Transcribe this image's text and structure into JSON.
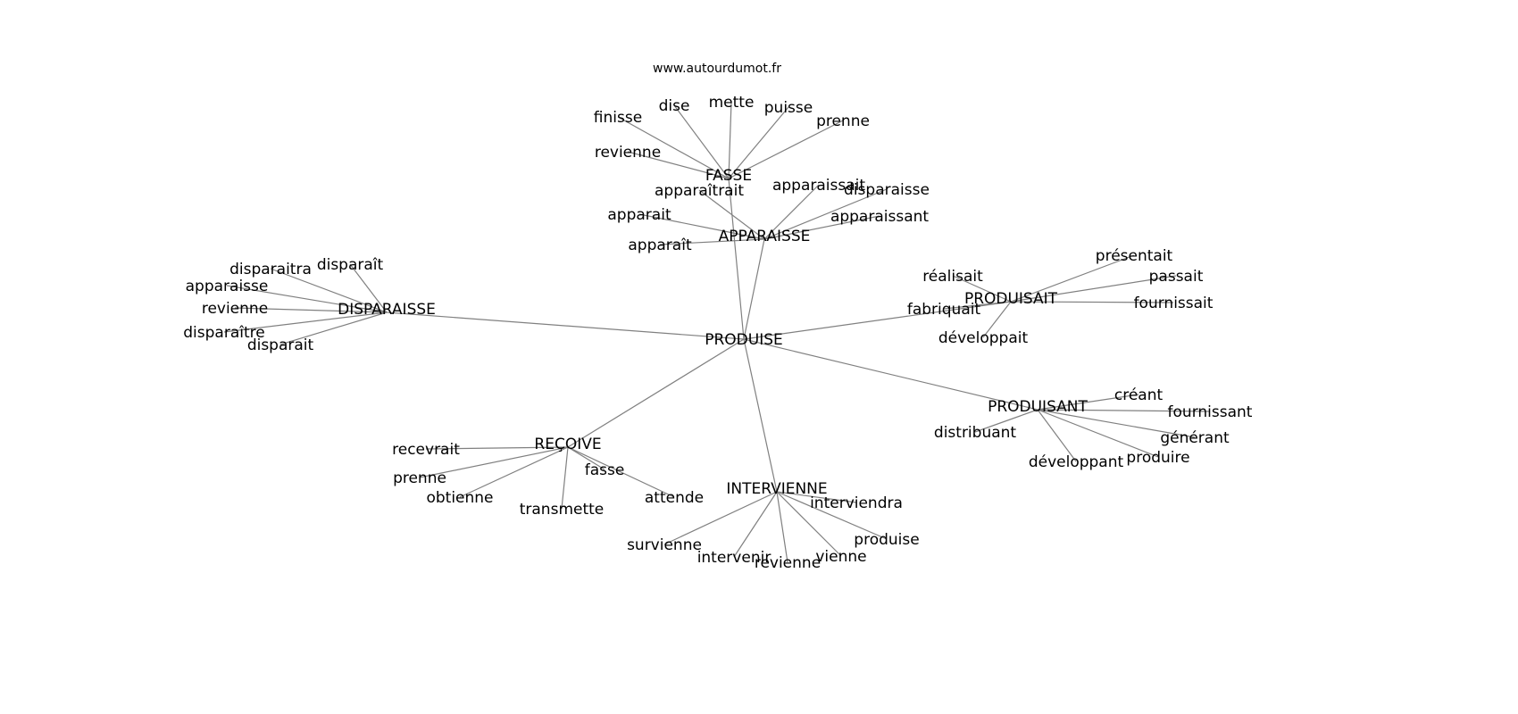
{
  "title": "www.autourdumot.fr",
  "graph": {
    "center": "PRODUISE",
    "hubs": [
      {
        "id": "FASSE",
        "children": [
          "finisse",
          "dise",
          "mette",
          "puisse",
          "prenne",
          "revienne"
        ]
      },
      {
        "id": "APPARAISSE",
        "children": [
          "apparaîtrait",
          "apparaissait",
          "disparaisse",
          "apparaissant",
          "apparait",
          "apparaît"
        ]
      },
      {
        "id": "DISPARAISSE",
        "children": [
          "disparaitra",
          "disparaît",
          "apparaisse",
          "revienne",
          "disparaître",
          "disparait"
        ]
      },
      {
        "id": "PRODUISAIT",
        "children": [
          "réalisait",
          "présentait",
          "passait",
          "fournissait",
          "fabriquait",
          "développait"
        ]
      },
      {
        "id": "PRODUISANT",
        "children": [
          "créant",
          "fournissant",
          "générant",
          "produire",
          "développant",
          "distribuant"
        ]
      },
      {
        "id": "REÇOIVE",
        "children": [
          "recevrait",
          "prenne",
          "obtienne",
          "transmette",
          "fasse",
          "attende"
        ]
      },
      {
        "id": "INTERVIENNE",
        "children": [
          "survienne",
          "intervenir",
          "revienne",
          "vienne",
          "produise",
          "interviendra"
        ]
      }
    ]
  }
}
